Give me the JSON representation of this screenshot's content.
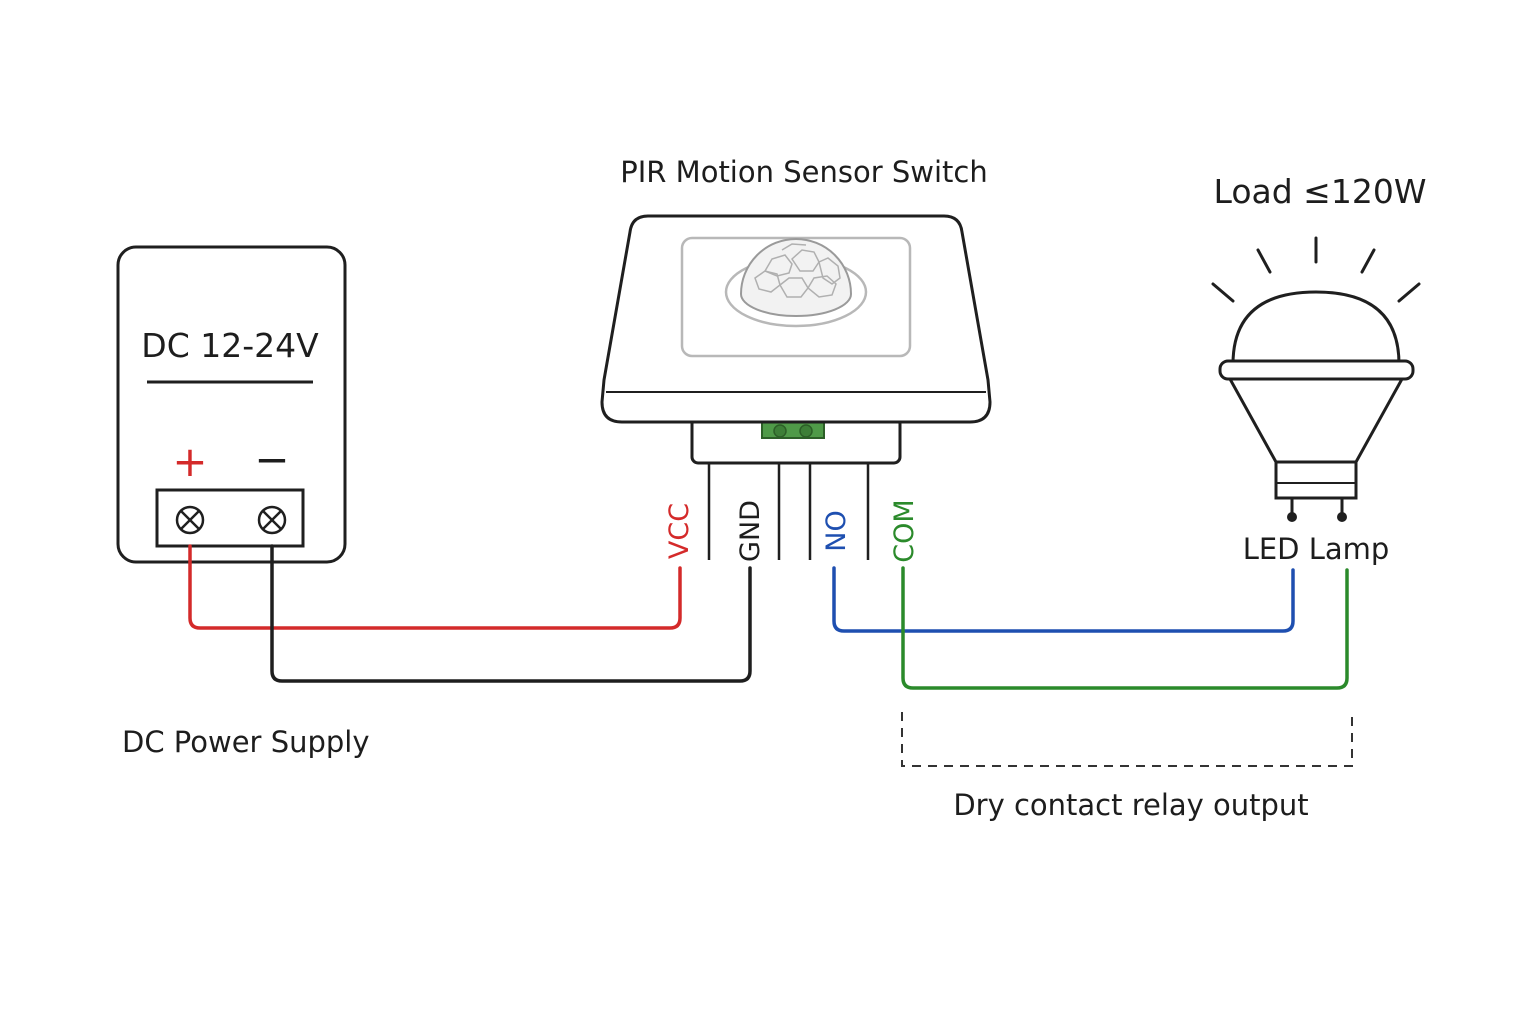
{
  "labels": {
    "sensor_title": "PIR Motion Sensor Switch",
    "power_voltage": "DC 12-24V",
    "plus_sign": "+",
    "minus_sign": "−",
    "power_supply": "DC Power Supply",
    "load": "Load ≤120W",
    "lamp": "LED Lamp",
    "relay_output": "Dry contact relay output"
  },
  "pins": {
    "vcc": "VCC",
    "gnd": "GND",
    "no": "NO",
    "com": "COM"
  },
  "colors": {
    "vcc_wire": "#d42a2a",
    "gnd_wire": "#1e1e1e",
    "no_wire": "#1e4fb0",
    "com_wire": "#2b8a2b",
    "terminal_block": "#4f9a48",
    "plus_sign": "#d42a2a",
    "outline": "#1f1f1f"
  },
  "icons": {
    "terminal_screw": "screw-terminal-icon",
    "pir_lens": "pir-dome-lens-icon",
    "lamp": "led-bulb-icon"
  }
}
